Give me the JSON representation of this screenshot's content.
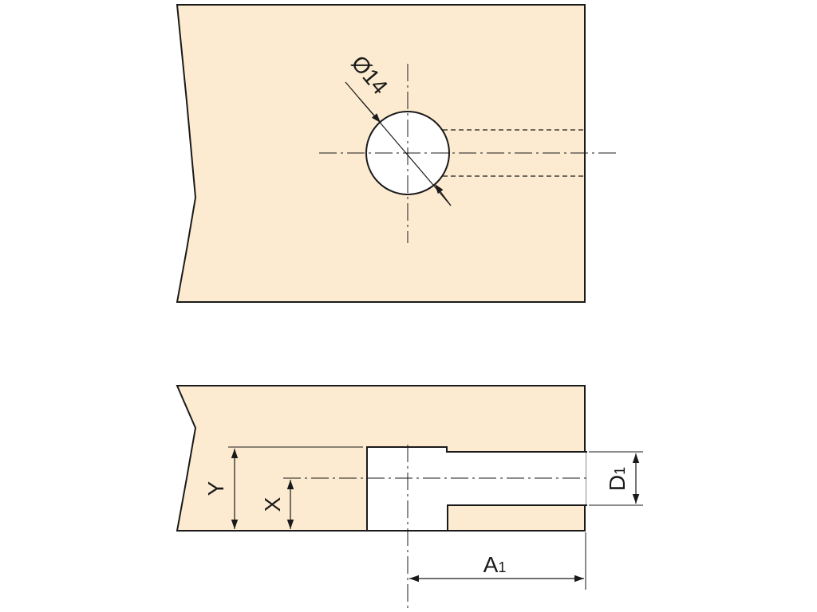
{
  "colors": {
    "panel_fill": "#fcebd0",
    "hole_fill": "#ffffff",
    "line": "#1a1a1a",
    "background": "#ffffff"
  },
  "top_view": {
    "diameter_label": "Ø14"
  },
  "side_view": {
    "label_y": "Y",
    "label_x": "X",
    "label_d": "D",
    "label_d_sub": "1",
    "label_a": "A",
    "label_a_sub": "1"
  }
}
